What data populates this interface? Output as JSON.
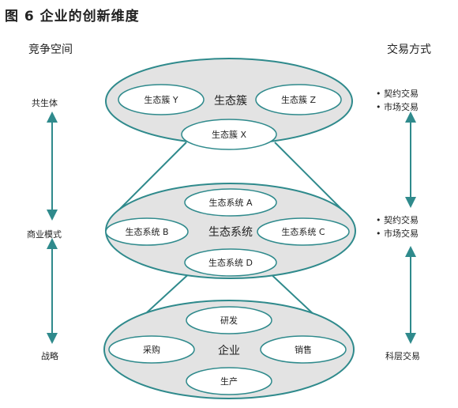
{
  "title": "图 6  企业的创新维度",
  "left_header": "竞争空间",
  "right_header": "交易方式",
  "levels": {
    "top": {
      "left_label": "共生体",
      "center": "生态簇",
      "nodes": [
        "生态簇 Y",
        "生态簇 Z",
        "生态簇 X"
      ],
      "right_bullets": [
        "契约交易",
        "市场交易"
      ]
    },
    "middle": {
      "left_label": "商业模式",
      "center": "生态系统",
      "nodes": [
        "生态系统 A",
        "生态系统 B",
        "生态系统 C",
        "生态系统 D"
      ],
      "right_bullets": [
        "契约交易",
        "市场交易"
      ]
    },
    "bottom": {
      "left_label": "战略",
      "center": "企业",
      "nodes": [
        "研发",
        "采购",
        "销售",
        "生产"
      ],
      "right_label": "科层交易"
    }
  },
  "colors": {
    "teal": "#2f8a8c",
    "outer_fill": "#e3e3e3",
    "inner_fill": "#ffffff",
    "stroke": "#2f8a8c"
  }
}
